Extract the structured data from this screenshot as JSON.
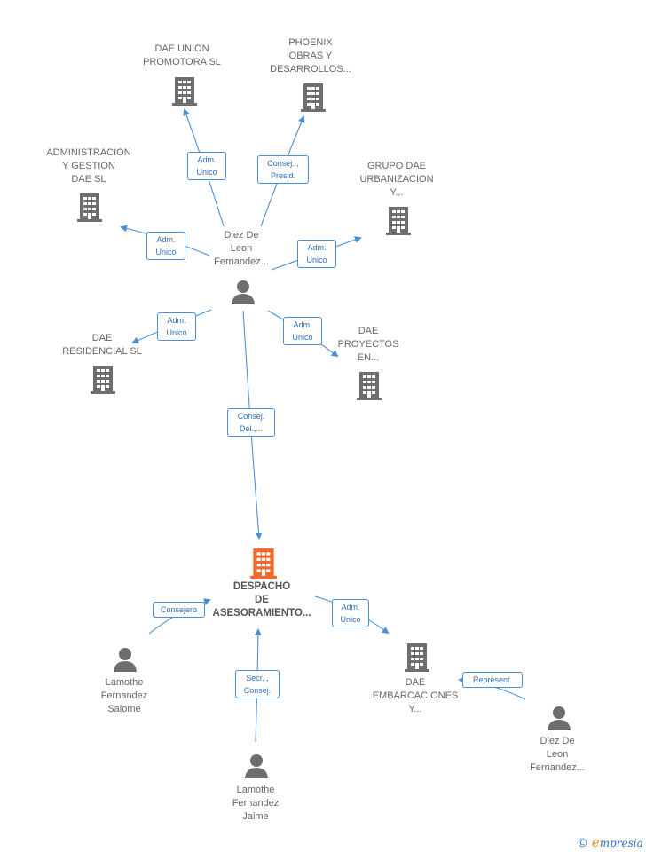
{
  "colors": {
    "edge": "#4a90d9",
    "node_icon": "#6e6e6e",
    "main_icon": "#f2672a",
    "label_text": "#2f6fb6"
  },
  "nodes": {
    "dae_union": {
      "label": "DAE UNION\nPROMOTORA SL",
      "type": "company"
    },
    "phoenix": {
      "label": "PHOENIX\nOBRAS Y\nDESARROLLOS...",
      "type": "company"
    },
    "administracion": {
      "label": "ADMINISTRACION\nY GESTION\nDAE  SL",
      "type": "company"
    },
    "grupo_dae": {
      "label": "GRUPO DAE\nURBANIZACION\nY...",
      "type": "company"
    },
    "diez_top": {
      "label": "Diez De\nLeon\nFernandez...",
      "type": "person"
    },
    "dae_residencial": {
      "label": "DAE\nRESIDENCIAL SL",
      "type": "company"
    },
    "dae_proyectos": {
      "label": "DAE\nPROYECTOS\nEN...",
      "type": "company"
    },
    "despacho": {
      "label": "DESPACHO\nDE\nASESORAMIENTO...",
      "type": "main-company"
    },
    "lamothe_salome": {
      "label": "Lamothe\nFernandez\nSalome",
      "type": "person"
    },
    "dae_embarcaciones": {
      "label": "DAE\nEMBARCACIONES\nY...",
      "type": "company"
    },
    "diez_bottom": {
      "label": "Diez De\nLeon\nFernandez...",
      "type": "person"
    },
    "lamothe_jaime": {
      "label": "Lamothe\nFernandez\nJaime",
      "type": "person"
    }
  },
  "edges": {
    "e1": "Adm.\nUnico",
    "e2": "Consej. ,\nPresid.",
    "e3": "Adm.\nUnico",
    "e4": "Adm.\nUnico",
    "e5": "Adm.\nUnico",
    "e6": "Adm.\nUnico",
    "e7": "Consej.\nDel.,...",
    "e8": "Consejero",
    "e9": "Adm.\nUnico",
    "e10": "Secr. ,\nConsej.",
    "e11": "Represent."
  },
  "footer": {
    "copyright": "©",
    "brand_initial": "e",
    "brand_rest": "mpresia"
  }
}
